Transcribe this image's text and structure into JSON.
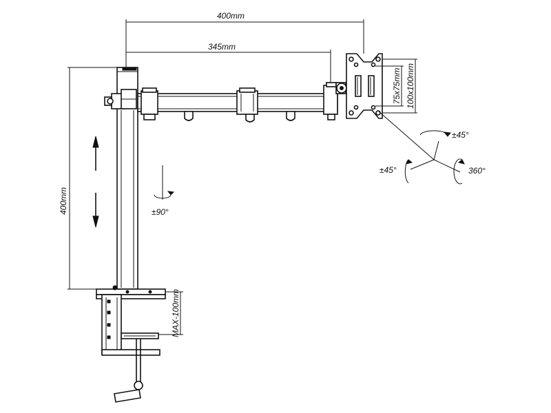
{
  "dimensions": {
    "arm_reach_total": "400mm",
    "arm_reach_inner": "345mm",
    "pole_height": "400mm",
    "vesa_small": "75x75mm",
    "vesa_large": "100x100mm",
    "clamp_max": "MAX-100mm"
  },
  "rotations": {
    "pole_swivel": "±90°",
    "tilt": "±45°",
    "swivel": "±45°",
    "rotate": "360°"
  },
  "colors": {
    "line": "#111111",
    "background": "#ffffff"
  }
}
